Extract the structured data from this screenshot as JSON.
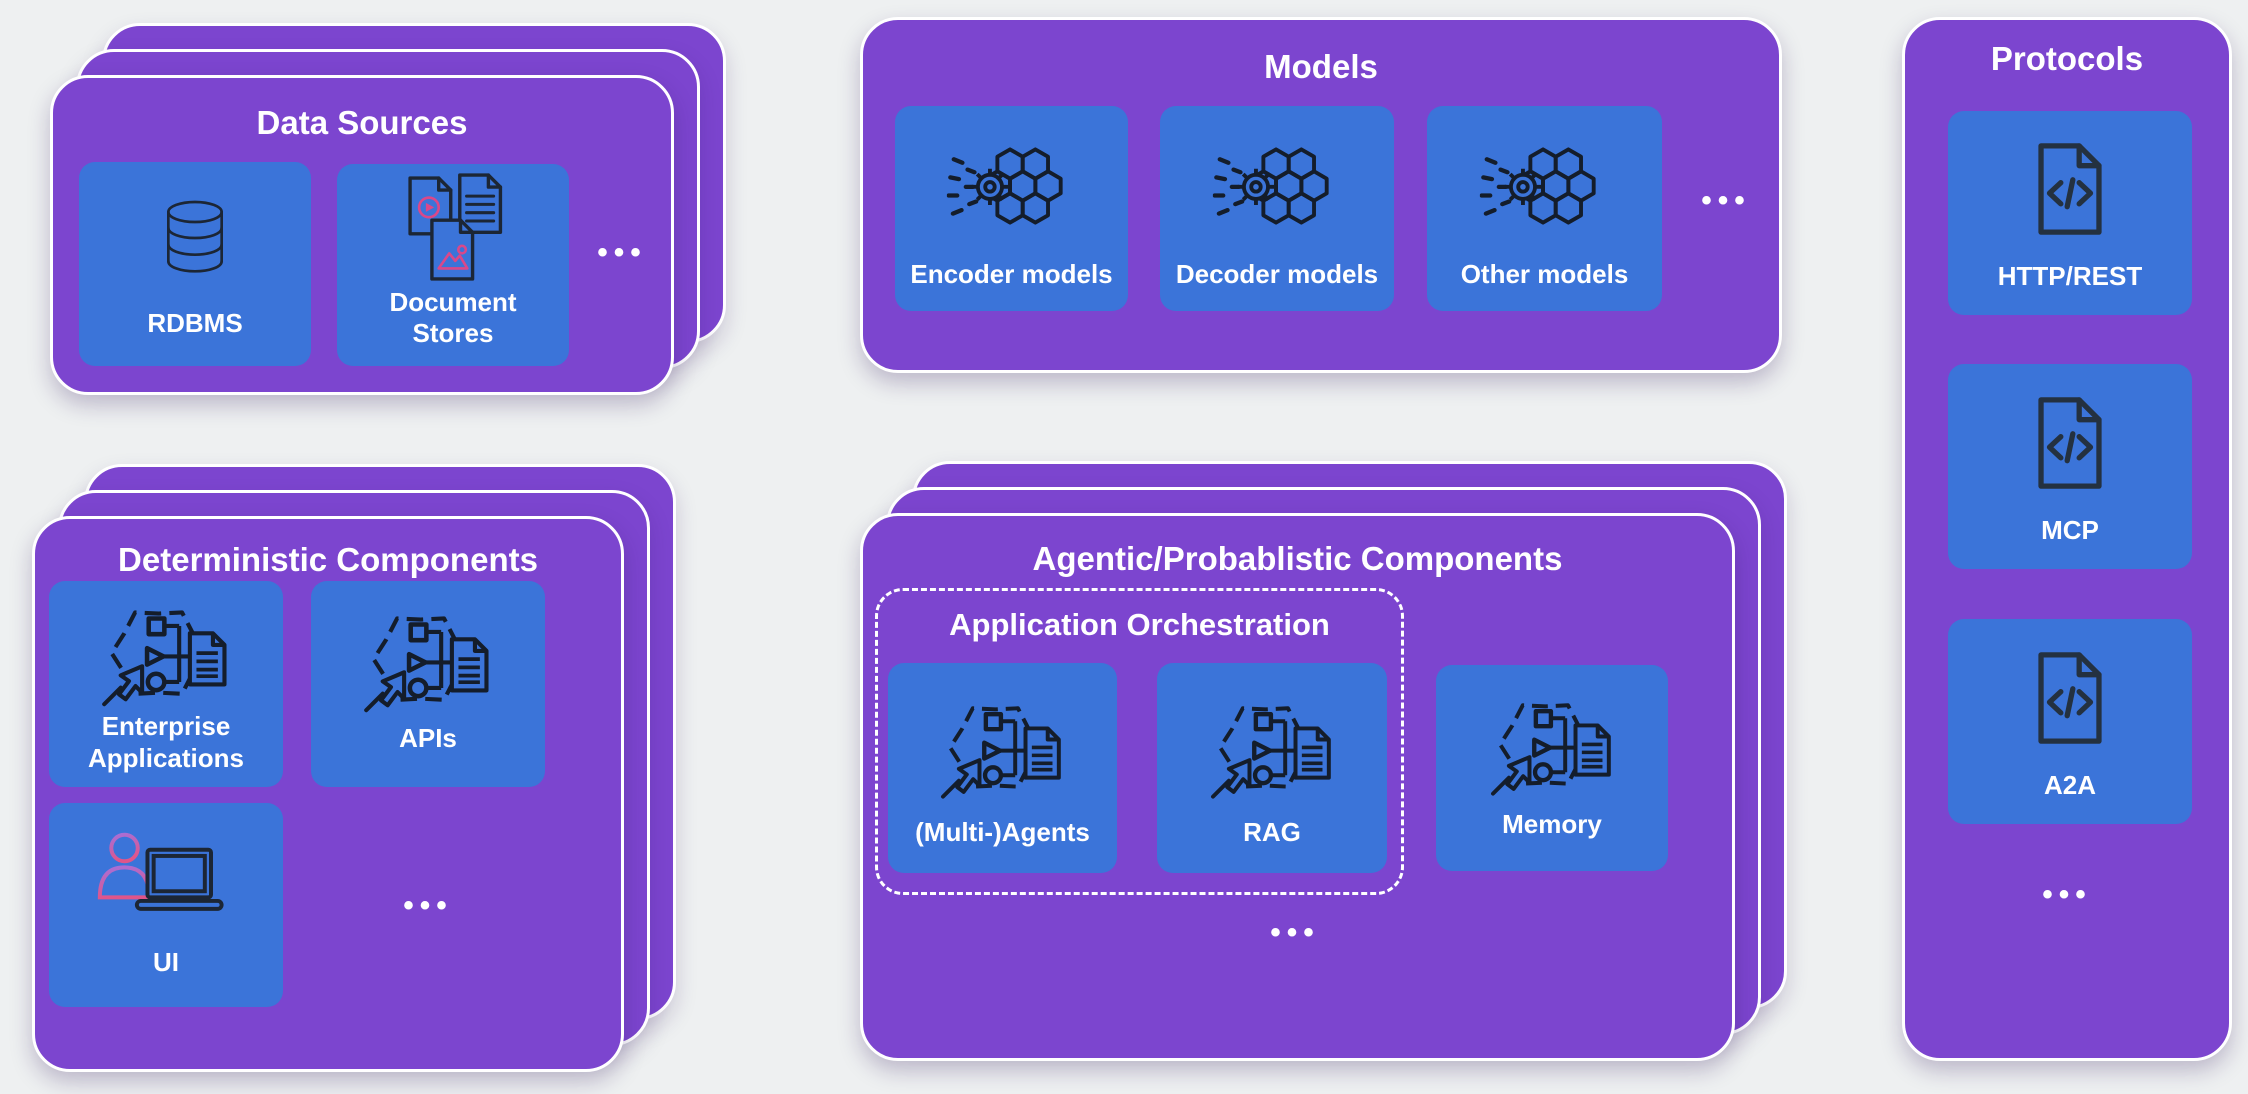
{
  "page": {
    "background": "#eef0f1"
  },
  "colors": {
    "group_purple": "#7c45cf",
    "tile_blue": "#3b74d9",
    "icon_ink": "#1c2635",
    "icon_pink": "#d9488a",
    "text_white": "#ffffff"
  },
  "groups": {
    "data_sources": {
      "title": "Data Sources",
      "stacked": true,
      "more": "•••",
      "items": [
        {
          "label": "RDBMS",
          "icon": "database-icon"
        },
        {
          "label": "Document Stores",
          "icon": "document-files-icon"
        }
      ]
    },
    "models": {
      "title": "Models",
      "stacked": false,
      "more": "•••",
      "items": [
        {
          "label": "Encoder models",
          "icon": "ai-model-icon"
        },
        {
          "label": "Decoder models",
          "icon": "ai-model-icon"
        },
        {
          "label": "Other models",
          "icon": "ai-model-icon"
        }
      ]
    },
    "protocols": {
      "title": "Protocols",
      "stacked": false,
      "more": "•••",
      "items": [
        {
          "label": "HTTP/REST",
          "icon": "code-file-icon"
        },
        {
          "label": "MCP",
          "icon": "code-file-icon"
        },
        {
          "label": "A2A",
          "icon": "code-file-icon"
        }
      ]
    },
    "deterministic": {
      "title": "Deterministic Components",
      "stacked": true,
      "more": "•••",
      "items": [
        {
          "label": "Enterprise Applications",
          "icon": "workflow-document-icon"
        },
        {
          "label": "APIs",
          "icon": "workflow-document-icon"
        },
        {
          "label": "UI",
          "icon": "user-laptop-icon"
        }
      ]
    },
    "agentic": {
      "title": "Agentic/Probablistic Components",
      "stacked": true,
      "more": "•••",
      "orchestration": {
        "title": "Application Orchestration",
        "items": [
          {
            "label": "(Multi-)Agents",
            "icon": "workflow-document-icon"
          },
          {
            "label": "RAG",
            "icon": "workflow-document-icon"
          }
        ]
      },
      "items": [
        {
          "label": "Memory",
          "icon": "workflow-document-icon"
        }
      ]
    }
  }
}
